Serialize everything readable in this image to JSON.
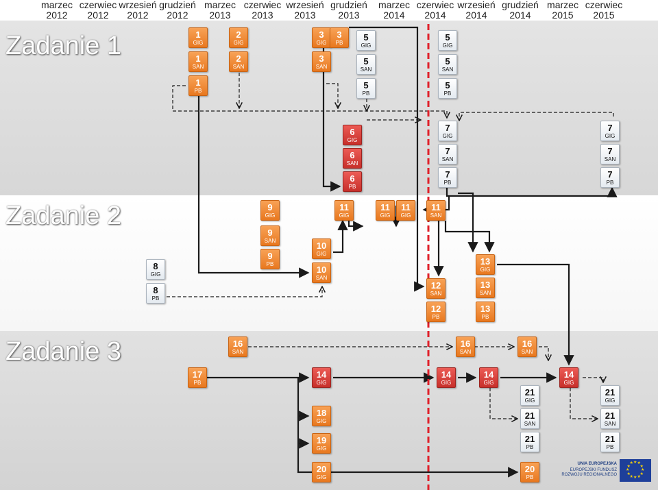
{
  "header": {
    "columns": [
      {
        "month": "marzec",
        "year": "2012"
      },
      {
        "month": "czerwiec",
        "year": "2012"
      },
      {
        "month": "wrzesień",
        "year": "2012"
      },
      {
        "month": "grudzień",
        "year": "2012"
      },
      {
        "month": "marzec",
        "year": "2013"
      },
      {
        "month": "czerwiec",
        "year": "2013"
      },
      {
        "month": "wrzesień",
        "year": "2013"
      },
      {
        "month": "grudzień",
        "year": "2013"
      },
      {
        "month": "marzec",
        "year": "2014"
      },
      {
        "month": "czerwiec",
        "year": "2014"
      },
      {
        "month": "wrzesień",
        "year": "2014"
      },
      {
        "month": "grudzień",
        "year": "2014"
      },
      {
        "month": "marzec",
        "year": "2015"
      },
      {
        "month": "czerwiec",
        "year": "2015"
      }
    ]
  },
  "sections": [
    {
      "label": "Zadanie 1"
    },
    {
      "label": "Zadanie 2"
    },
    {
      "label": "Zadanie 3"
    }
  ],
  "colors": {
    "orange": "#e8781f",
    "red": "#c7302b",
    "white_box": "#ffffff",
    "today_line": "#e0202a",
    "arrow": "#1a1a1a"
  },
  "boxes": [
    {
      "n": "1",
      "c": "GIG",
      "s": "o"
    },
    {
      "n": "1",
      "c": "SAN",
      "s": "o"
    },
    {
      "n": "1",
      "c": "PB",
      "s": "o"
    },
    {
      "n": "2",
      "c": "GIG",
      "s": "o"
    },
    {
      "n": "2",
      "c": "SAN",
      "s": "o"
    },
    {
      "n": "3",
      "c": "GIG",
      "s": "o"
    },
    {
      "n": "3",
      "c": "PB",
      "s": "o"
    },
    {
      "n": "3",
      "c": "SAN",
      "s": "o"
    },
    {
      "n": "5",
      "c": "GIG",
      "s": "w"
    },
    {
      "n": "5",
      "c": "SAN",
      "s": "w"
    },
    {
      "n": "5",
      "c": "PB",
      "s": "w"
    },
    {
      "n": "5",
      "c": "GIG",
      "s": "w"
    },
    {
      "n": "5",
      "c": "SAN",
      "s": "w"
    },
    {
      "n": "5",
      "c": "PB",
      "s": "w"
    },
    {
      "n": "6",
      "c": "GIG",
      "s": "r"
    },
    {
      "n": "6",
      "c": "SAN",
      "s": "r"
    },
    {
      "n": "6",
      "c": "PB",
      "s": "r"
    },
    {
      "n": "7",
      "c": "GIG",
      "s": "w"
    },
    {
      "n": "7",
      "c": "SAN",
      "s": "w"
    },
    {
      "n": "7",
      "c": "PB",
      "s": "w"
    },
    {
      "n": "7",
      "c": "GIG",
      "s": "w"
    },
    {
      "n": "7",
      "c": "SAN",
      "s": "w"
    },
    {
      "n": "7",
      "c": "PB",
      "s": "w"
    },
    {
      "n": "9",
      "c": "GIG",
      "s": "o"
    },
    {
      "n": "9",
      "c": "SAN",
      "s": "o"
    },
    {
      "n": "9",
      "c": "PB",
      "s": "o"
    },
    {
      "n": "11",
      "c": "GIG",
      "s": "o"
    },
    {
      "n": "11",
      "c": "GIG",
      "s": "o"
    },
    {
      "n": "11",
      "c": "GIG",
      "s": "o"
    },
    {
      "n": "11",
      "c": "SAN",
      "s": "o"
    },
    {
      "n": "10",
      "c": "GIG",
      "s": "o"
    },
    {
      "n": "10",
      "c": "SAN",
      "s": "o"
    },
    {
      "n": "8",
      "c": "GIG",
      "s": "w"
    },
    {
      "n": "8",
      "c": "PB",
      "s": "w"
    },
    {
      "n": "12",
      "c": "SAN",
      "s": "o"
    },
    {
      "n": "12",
      "c": "PB",
      "s": "o"
    },
    {
      "n": "13",
      "c": "GIG",
      "s": "o"
    },
    {
      "n": "13",
      "c": "SAN",
      "s": "o"
    },
    {
      "n": "13",
      "c": "PB",
      "s": "o"
    },
    {
      "n": "16",
      "c": "SAN",
      "s": "o"
    },
    {
      "n": "16",
      "c": "SAN",
      "s": "o"
    },
    {
      "n": "16",
      "c": "SAN",
      "s": "o"
    },
    {
      "n": "17",
      "c": "PB",
      "s": "o"
    },
    {
      "n": "14",
      "c": "GIG",
      "s": "r"
    },
    {
      "n": "14",
      "c": "GIG",
      "s": "r"
    },
    {
      "n": "14",
      "c": "GIG",
      "s": "r"
    },
    {
      "n": "14",
      "c": "GIG",
      "s": "r"
    },
    {
      "n": "21",
      "c": "GIG",
      "s": "w"
    },
    {
      "n": "21",
      "c": "SAN",
      "s": "w"
    },
    {
      "n": "21",
      "c": "PB",
      "s": "w"
    },
    {
      "n": "21",
      "c": "GIG",
      "s": "w"
    },
    {
      "n": "21",
      "c": "SAN",
      "s": "w"
    },
    {
      "n": "21",
      "c": "PB",
      "s": "w"
    },
    {
      "n": "18",
      "c": "GIG",
      "s": "o"
    },
    {
      "n": "19",
      "c": "GIG",
      "s": "o"
    },
    {
      "n": "20",
      "c": "GIG",
      "s": "o"
    },
    {
      "n": "20",
      "c": "PB",
      "s": "o"
    }
  ],
  "logo": {
    "line1": "UNIA EUROPEJSKA",
    "line2": "EUROPEJSKI FUNDUSZ",
    "line3": "ROZWOJU REGIONALNEGO"
  }
}
